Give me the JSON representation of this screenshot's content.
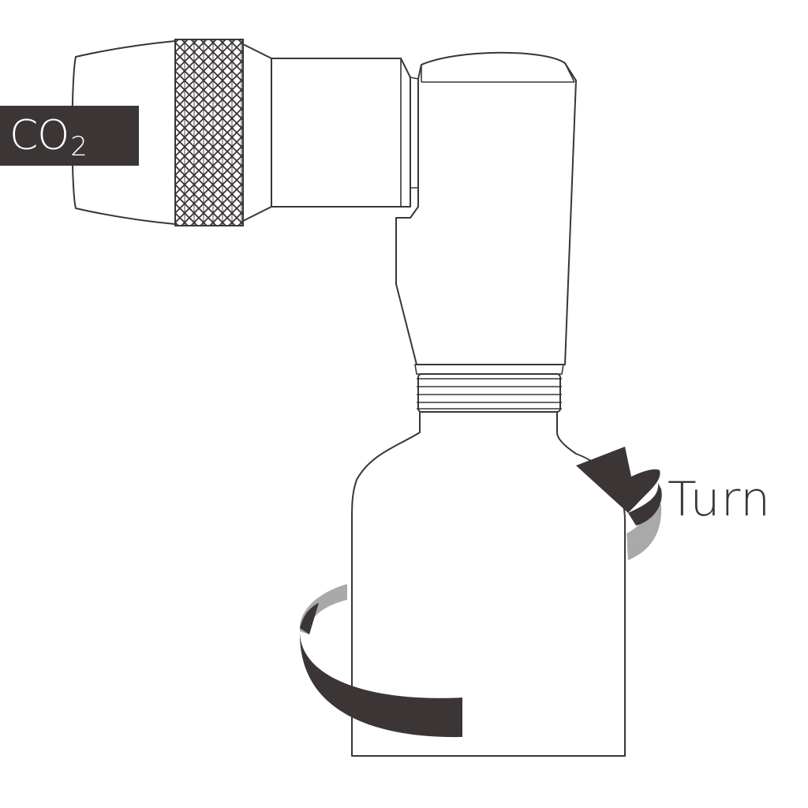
{
  "labels": {
    "co2_main": "CO",
    "co2_sub": "2",
    "turn": "Turn"
  },
  "colors": {
    "ink": "#3b3535",
    "arrow_light": "#a9a9a9",
    "background": "#ffffff"
  },
  "icons": [
    "turn-arrow-icon",
    "rotation-arrow-icon"
  ]
}
